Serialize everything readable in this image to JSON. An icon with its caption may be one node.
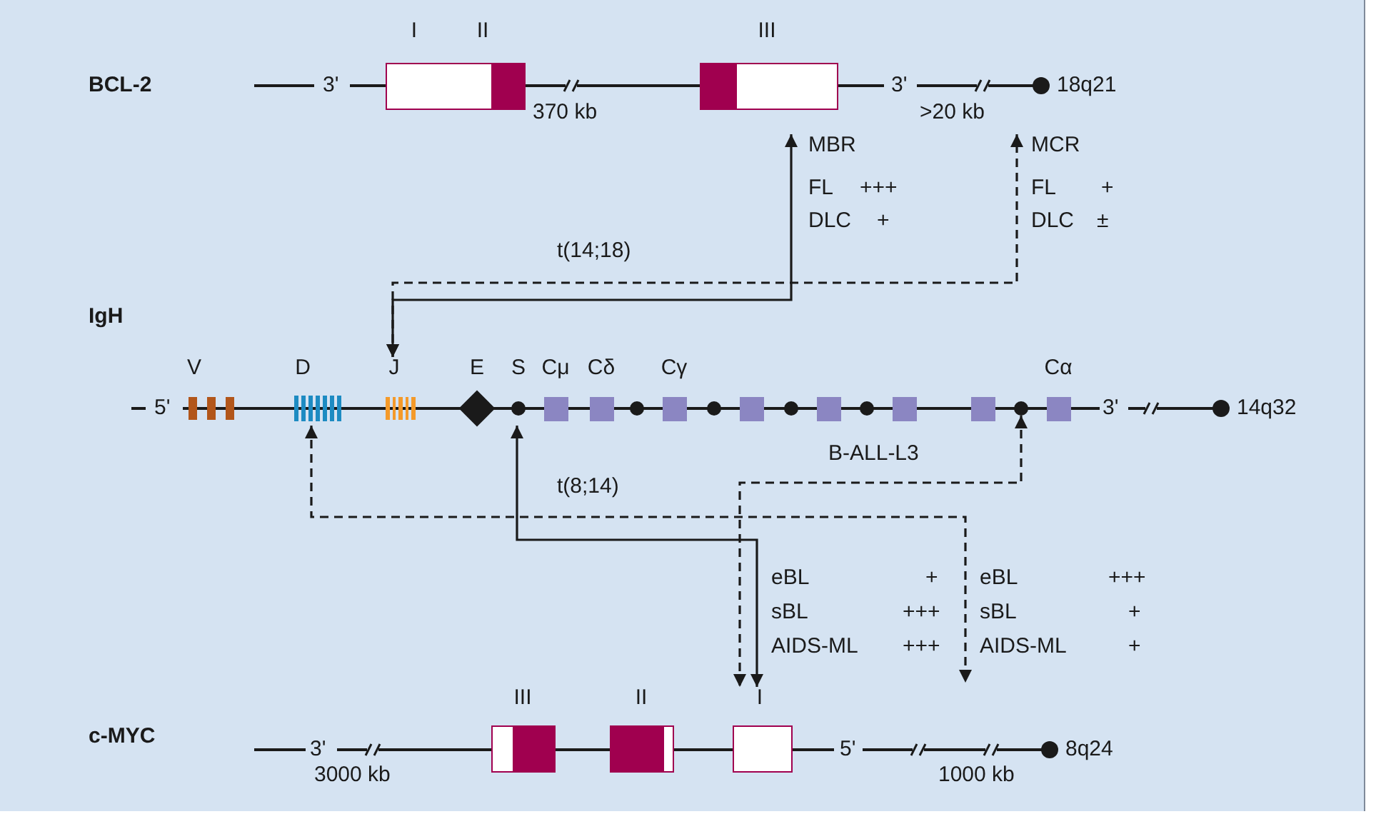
{
  "diagram": {
    "nodes": [
      {
        "text": [
          "I",
          "II"
        ]
      },
      {
        "text": [
          "III"
        ]
      },
      {
        "text": [
          "MBR"
        ]
      },
      {
        "text": [
          "MCR"
        ]
      },
      {
        "text": [
          "V"
        ]
      },
      {
        "text": [
          "D"
        ]
      },
      {
        "text": [
          "J"
        ]
      },
      {
        "text": [
          "E"
        ]
      },
      {
        "text": [
          "S"
        ]
      },
      {
        "text": [
          "Cμ"
        ]
      },
      {
        "text": [
          "Cδ"
        ]
      },
      {
        "text": [],
        "shape": "circle"
      },
      {
        "text": [
          "Cγ"
        ]
      },
      {
        "text": [],
        "shape": "circle"
      },
      {
        "text": [],
        "shape": "box"
      },
      {
        "text": [],
        "shape": "circle"
      },
      {
        "text": [],
        "shape": "box"
      },
      {
        "text": [],
        "shape": "circle"
      },
      {
        "text": [],
        "shape": "box"
      },
      {
        "text": [],
        "shape": "box"
      },
      {
        "text": [],
        "shape": "circle"
      },
      {
        "text": [
          "Cα"
        ]
      },
      {
        "text": [
          "III"
        ]
      },
      {
        "text": [
          "II"
        ]
      },
      {
        "text": [
          "I"
        ]
      }
    ],
    "edges": [
      {
        "from": 6,
        "to": 2,
        "arrow": "both"
      },
      {
        "from": 6,
        "to": 3,
        "arrow": "both",
        "style": "dashed"
      },
      {
        "from": 5,
        "to": null,
        "arrow": "both",
        "style": "dashed"
      },
      {
        "from": 8,
        "to": 24,
        "arrow": "both"
      },
      {
        "from": 20,
        "to": 24,
        "arrow": "both",
        "style": "dashed"
      }
    ],
    "labels": [
      "BCL-2",
      "3'",
      "370 kb",
      "3'",
      ">20 kb",
      "18q21",
      "FL",
      "+++",
      "DLC",
      "+",
      "FL",
      "+",
      "DLC",
      "±",
      "t(14;18)",
      "IgH",
      "5'",
      "3'",
      "14q32",
      "B-ALL-L3",
      "t(8;14)",
      "eBL",
      "+",
      "eBL",
      "+++",
      "sBL",
      "+++",
      "sBL",
      "+",
      "AIDS-ML",
      "+++",
      "AIDS-ML",
      "+",
      "c-MYC",
      "3'",
      "5'",
      "8q24",
      "3000 kb",
      "1000 kb"
    ]
  }
}
